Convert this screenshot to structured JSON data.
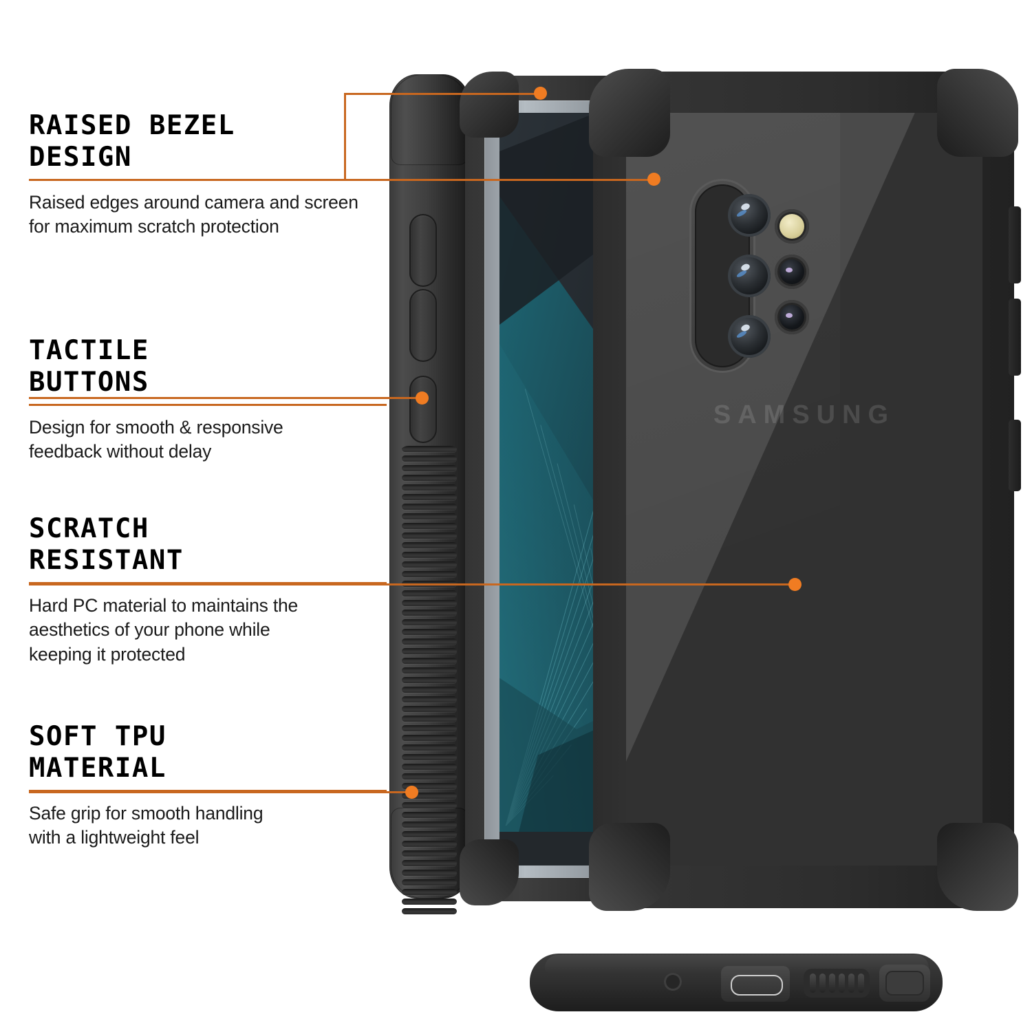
{
  "theme": {
    "accent_color": "#c8671f",
    "dot_color": "#f07c22",
    "background": "#ffffff",
    "heading_color": "#000000",
    "body_color": "#1a1a1a"
  },
  "features": [
    {
      "id": "raised-bezel",
      "heading": "RAISED BEZEL\nDESIGN",
      "body": "Raised edges around camera and screen\nfor maximum scratch protection"
    },
    {
      "id": "tactile-buttons",
      "heading": "TACTILE\nBUTTONS",
      "body": "Design for smooth & responsive\nfeedback without delay"
    },
    {
      "id": "scratch-resistant",
      "heading": "SCRATCH\nRESISTANT",
      "body": "Hard PC material to maintains the\naesthetics of your phone while\nkeeping it protected"
    },
    {
      "id": "soft-tpu",
      "heading": "SOFT TPU\nMATERIAL",
      "body": "Safe grip for smooth handling\nwith a lightweight feel"
    }
  ],
  "product": {
    "brand_logo": "SAMSUNG",
    "views": {
      "side_profile": "side-edge-view",
      "front": "front-screen-view",
      "back": "back-clear-case-view",
      "bottom": "bottom-edge-view"
    },
    "camera": {
      "lens_count": 3,
      "flash": "led-flash",
      "sensor_count": 2
    },
    "bottom_ports": [
      "microphone",
      "usb-c-port",
      "speaker-grille",
      "s-pen-slot"
    ],
    "side_buttons": 3
  }
}
